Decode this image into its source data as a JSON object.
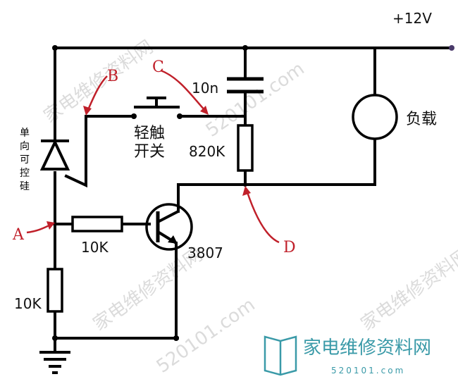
{
  "labels": {
    "supply": "+12V",
    "cap": "10n",
    "res_top": "820K",
    "res_base": "10K",
    "res_bottom": "10K",
    "transistor": "3807",
    "switch_line1": "轻触",
    "switch_line2": "开关",
    "load": "负载",
    "scr_chars": [
      "单",
      "向",
      "可",
      "控",
      "硅"
    ]
  },
  "points": {
    "a": "A",
    "b": "B",
    "c": "C",
    "d": "D"
  },
  "watermark": {
    "cn": "家电维修资料网",
    "url": "520101.com",
    "logo_cn": "家电维修资料网",
    "logo_url": "520101.com"
  },
  "colors": {
    "wire": "#000000",
    "annotation": "#c0202a",
    "logo": "#3a9aa8",
    "watermark": "#b8b8b8"
  }
}
